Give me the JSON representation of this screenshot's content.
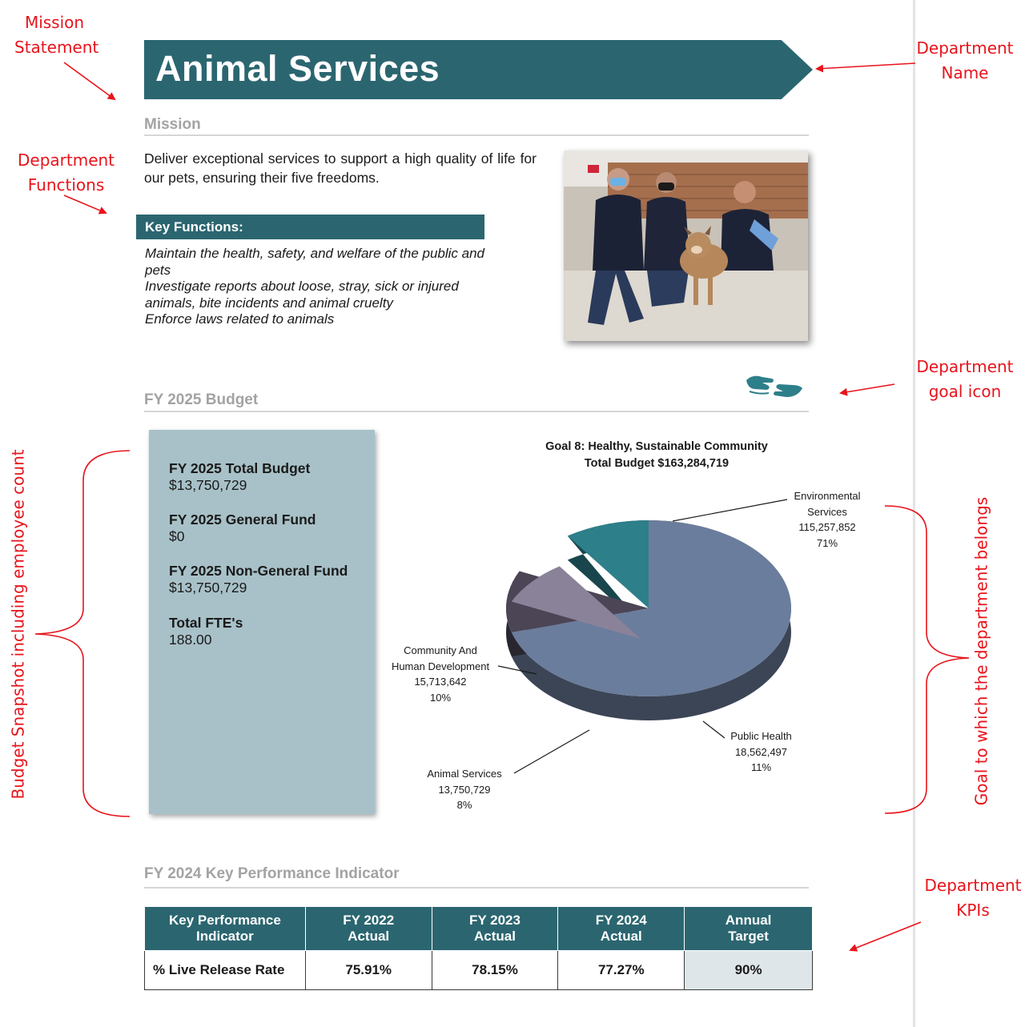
{
  "annotations": {
    "mission_statement": [
      "Mission",
      "Statement"
    ],
    "department_functions": [
      "Department",
      "Functions"
    ],
    "department_name": [
      "Department",
      "Name"
    ],
    "department_goal_icon": [
      "Department",
      "goal icon"
    ],
    "department_kpis": [
      "Department",
      "KPIs"
    ],
    "budget_snapshot": "Budget Snapshot including employee count",
    "goal_belongs": "Goal to which the department belongs"
  },
  "department": {
    "name": "Animal Services",
    "mission_heading": "Mission",
    "mission_text": "Deliver exceptional services to support a high quality of life for our pets, ensuring their five freedoms.",
    "key_functions_heading": "Key Functions:",
    "key_functions": [
      "Maintain the health, safety, and welfare of the public and pets",
      "Investigate reports about loose, stray, sick or injured animals, bite incidents and animal cruelty",
      "Enforce laws related to animals"
    ]
  },
  "budget": {
    "heading": "FY 2025 Budget",
    "items": [
      {
        "label": "FY 2025 Total Budget",
        "value": "$13,750,729"
      },
      {
        "label": "FY 2025 General Fund",
        "value": "$0"
      },
      {
        "label": "FY 2025 Non-General Fund",
        "value": "$13,750,729"
      },
      {
        "label": "Total FTE's",
        "value": "188.00"
      }
    ]
  },
  "chart_data": {
    "type": "pie",
    "title": "Goal 8: Healthy, Sustainable Community",
    "subtitle": "Total Budget $163,284,719",
    "slices": [
      {
        "name": "Environmental Services",
        "name_lines": [
          "Environmental",
          "Services"
        ],
        "value": 115257852,
        "value_label": "115,257,852",
        "percent_label": "71%",
        "color": "#6b7d9c"
      },
      {
        "name": "Public Health",
        "name_lines": [
          "Public Health"
        ],
        "value": 18562497,
        "value_label": "18,562,497",
        "percent_label": "11%",
        "color": "#4b4556"
      },
      {
        "name": "Animal Services",
        "name_lines": [
          "Animal Services"
        ],
        "value": 13750729,
        "value_label": "13,750,729",
        "percent_label": "8%",
        "color": "#8a8299",
        "exploded": true
      },
      {
        "name": "Community And Human Development",
        "name_lines": [
          "Community And",
          "Human Development"
        ],
        "value": 15713642,
        "value_label": "15,713,642",
        "percent_label": "10%",
        "color": "#2d7f8a"
      }
    ]
  },
  "kpi": {
    "heading": "FY 2024 Key Performance Indicator",
    "columns": [
      [
        "Key Performance",
        "Indicator"
      ],
      [
        "FY 2022",
        "Actual"
      ],
      [
        "FY 2023",
        "Actual"
      ],
      [
        "FY 2024",
        "Actual"
      ],
      [
        "Annual",
        "Target"
      ]
    ],
    "rows": [
      [
        "% Live Release Rate",
        "75.91%",
        "78.15%",
        "77.27%",
        "90%"
      ]
    ]
  },
  "icons": {
    "goal_icon": "hands-icon"
  },
  "colors": {
    "banner": "#2b6670",
    "annotation": "#e8141c",
    "snapshot_box": "#a8c1c8",
    "section_heading": "#a3a3a3"
  }
}
